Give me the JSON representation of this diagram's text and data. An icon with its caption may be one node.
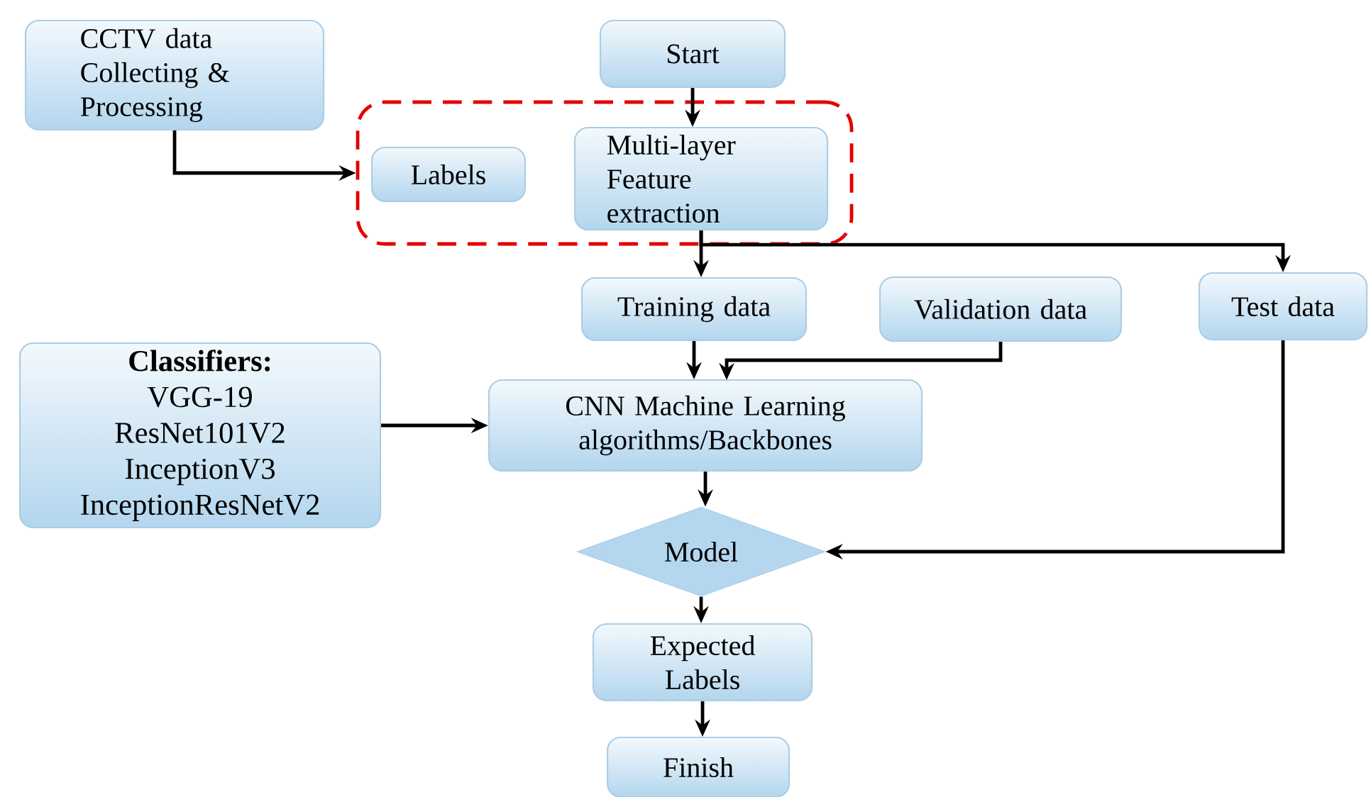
{
  "diagram": {
    "nodes": [
      {
        "text": [
          "CCTV data Collecting & Processing"
        ]
      },
      {
        "text": [
          "Start"
        ]
      },
      {
        "text": [],
        "shape": "box"
      },
      {
        "text": [
          "Labels"
        ],
        "in": 2
      },
      {
        "text": [
          "Multi-layer Feature extraction"
        ],
        "in": 2
      },
      {
        "text": [
          "Training data"
        ]
      },
      {
        "text": [
          "Validation data"
        ]
      },
      {
        "text": [
          "Test data"
        ]
      },
      {
        "text": [
          "Classifiers:",
          "VGG-19 ResNet101V2 InceptionV3 InceptionResNetV2"
        ]
      },
      {
        "text": [
          "CNN Machine Learning algorithms/Backbones"
        ]
      },
      {
        "text": [
          "Model"
        ]
      },
      {
        "text": [
          "Expected Labels"
        ]
      },
      {
        "text": [
          "Finish"
        ]
      }
    ],
    "edges": [
      {
        "from": 0,
        "to": 2,
        "arrow": "to"
      },
      {
        "from": 1,
        "to": 4,
        "arrow": "to"
      },
      {
        "from": 4,
        "to": 5,
        "arrow": "to"
      },
      {
        "from": 4,
        "to": 7,
        "arrow": "to"
      },
      {
        "from": 5,
        "to": 9,
        "arrow": "to"
      },
      {
        "from": 6,
        "to": 9,
        "arrow": "to"
      },
      {
        "from": 8,
        "to": 9,
        "arrow": "to"
      },
      {
        "from": 9,
        "to": 10,
        "arrow": "to"
      },
      {
        "from": 7,
        "to": 10,
        "arrow": "to"
      },
      {
        "from": 10,
        "to": 11,
        "arrow": "to"
      },
      {
        "from": 11,
        "to": 12,
        "arrow": "to"
      }
    ]
  }
}
